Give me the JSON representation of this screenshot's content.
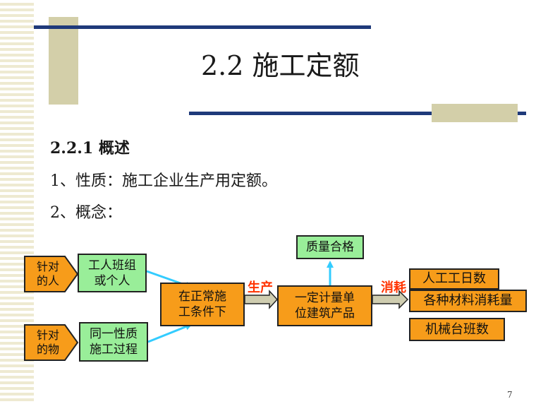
{
  "slide": {
    "title": "2.2  施工定额",
    "subheading": "2.2.1  概述",
    "line1": "1、性质：施工企业生产用定额。",
    "line2": "2、概念：",
    "page_number": "7"
  },
  "diagram": {
    "target_person": "针对\n的人",
    "target_object": "针对\n的物",
    "workers": "工人班组\n或个人",
    "process": "同一性质\n施工过程",
    "normal_conditions": "在正常施\n工条件下",
    "quality": "质量合格",
    "unit_product": "一定计量单\n位建筑产品",
    "produce_label": "生产",
    "consume_label": "消耗",
    "labor_days": "人工工日数",
    "material_consumption": "各种材料消耗量",
    "machine_shifts": "机械台班数"
  },
  "colors": {
    "green_box": "#99ee99",
    "orange_box": "#f79c1a",
    "arrow_cyan": "#33ccff",
    "label_red": "#ff3300",
    "title_bar": "#1f3a7a",
    "accent_block": "#d3cfa9"
  }
}
